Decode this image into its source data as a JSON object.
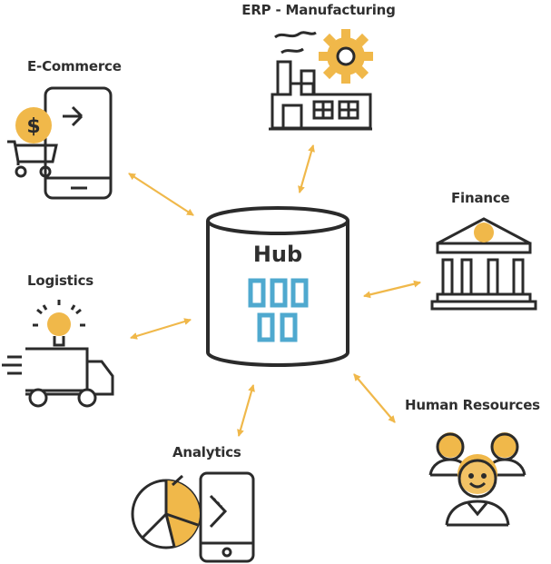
{
  "hub": {
    "label": "Hub"
  },
  "nodes": {
    "erp": {
      "label": "ERP - Manufacturing"
    },
    "ecommerce": {
      "label": "E-Commerce"
    },
    "finance": {
      "label": "Finance"
    },
    "logistics": {
      "label": "Logistics"
    },
    "hr": {
      "label": "Human Resources"
    },
    "analytics": {
      "label": "Analytics"
    }
  },
  "colors": {
    "accent": "#F0B84A",
    "line": "#2B2B2B",
    "hub_blocks": "#4FA9CF",
    "text": "#2F2F2F"
  }
}
